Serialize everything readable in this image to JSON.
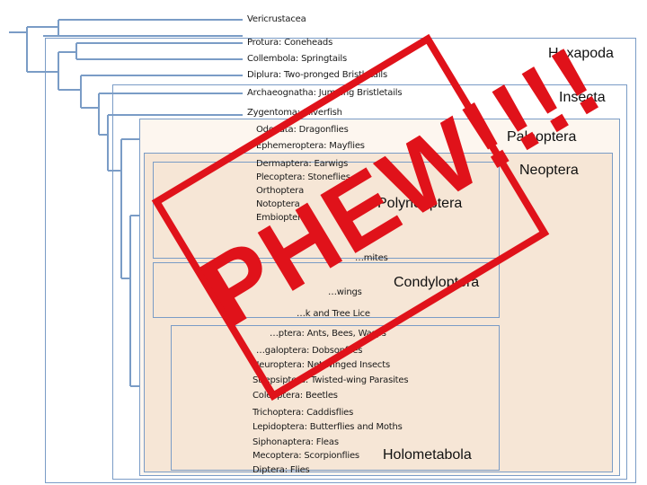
{
  "root_label": "Vericrustacea",
  "clades": {
    "hexapoda": "Hexapoda",
    "insecta": "Insecta",
    "paleoptera": "Paleoptera",
    "neoptera": "Neoptera",
    "polyneoptera": "Polyneoptera",
    "condyloptera": "Condyloptera",
    "holometabola": "Holometabola"
  },
  "taxa": {
    "protura": "Protura: Coneheads",
    "collembola": "Collembola: Springtails",
    "diplura": "Diplura: Two-pronged Bristletails",
    "archaeognatha": "Archaeognatha: Jumping Bristletails",
    "zygentoma": "Zygentoma: Silverfish",
    "odonata": "Odonata: Dragonflies",
    "ephemeroptera": "Ephemeroptera: Mayflies",
    "dermaptera": "Dermaptera: Earwigs",
    "plecoptera": "Plecoptera: Stoneflies",
    "orthoptera": "Orthoptera",
    "notoptera": "Notoptera",
    "embioptera": "Embioptera",
    "termites": "…mites",
    "wings": "…wings",
    "lice": "…k and Tree Lice",
    "hymenoptera": "…ptera: Ants, Bees, Wasps",
    "megaloptera": "…galoptera: Dobsonflies",
    "neuroptera": "Neuroptera: Net-winged Insects",
    "strepsiptera": "Strepsiptera: Twisted-wing Parasites",
    "coleoptera": "Coleoptera: Beetles",
    "trichoptera": "Trichoptera: Caddisflies",
    "lepidoptera": "Lepidoptera: Butterflies and Moths",
    "siphonaptera": "Siphonaptera: Fleas",
    "mecoptera": "Mecoptera: Scorpionflies",
    "diptera": "Diptera: Flies"
  },
  "stamp": {
    "text": "PHEW!!!!",
    "color": "#e0121a"
  },
  "colors": {
    "tree_line": "#7a9cc6",
    "box_border": "#7a9cc6",
    "box_fill_outer": "#ffffff",
    "box_fill_inner": "#f6e6d6"
  }
}
